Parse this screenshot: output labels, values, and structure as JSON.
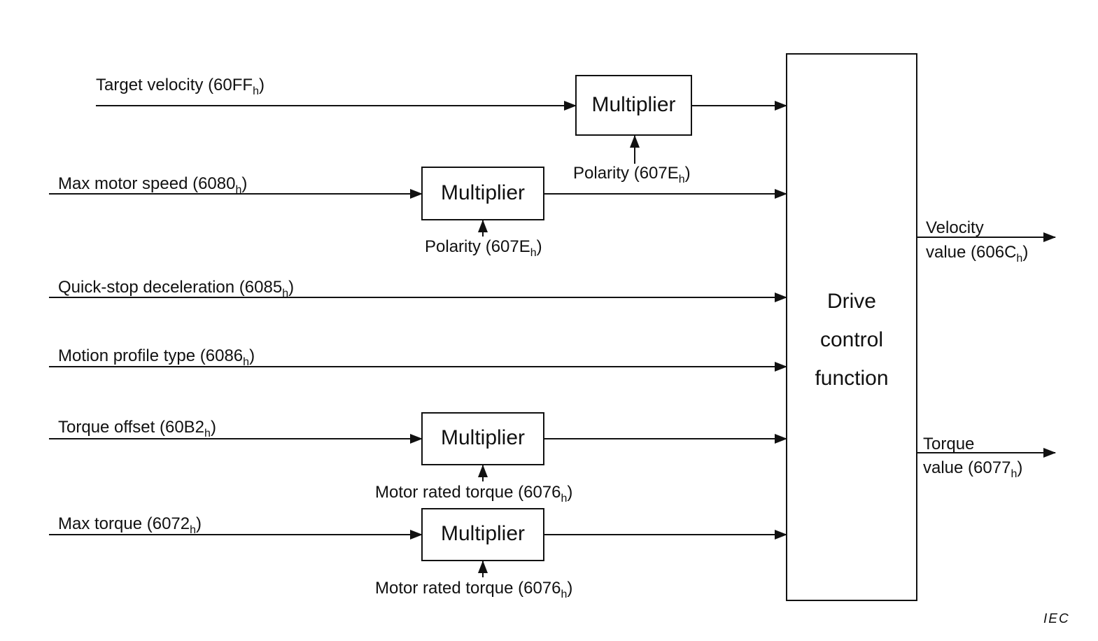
{
  "diagram": {
    "inputs": {
      "target_velocity": {
        "text": "Target velocity (60FF",
        "sub": "h",
        "close": ")"
      },
      "max_motor_speed": {
        "text": "Max motor speed (6080",
        "sub": "h",
        "close": ")"
      },
      "quick_stop": {
        "text": "Quick-stop deceleration (6085",
        "sub": "h",
        "close": ")"
      },
      "motion_profile": {
        "text": "Motion profile type (6086",
        "sub": "h",
        "close": ")"
      },
      "torque_offset": {
        "text": "Torque offset (60B2",
        "sub": "h",
        "close": ")"
      },
      "max_torque": {
        "text": "Max torque (6072",
        "sub": "h",
        "close": ")"
      }
    },
    "multiplier_label": "Multiplier",
    "modifiers": {
      "polarity": {
        "text": "Polarity (607E",
        "sub": "h",
        "close": ")"
      },
      "motor_rated_torque": {
        "text": "Motor rated torque (6076",
        "sub": "h",
        "close": ")"
      }
    },
    "drive_block": {
      "line1": "Drive",
      "line2": "control",
      "line3": "function"
    },
    "outputs": {
      "velocity": {
        "line1": "Velocity",
        "text": "value (606C",
        "sub": "h",
        "close": ")"
      },
      "torque": {
        "line1": "Torque",
        "text": "value (6077",
        "sub": "h",
        "close": ")"
      }
    },
    "footer": "IEC"
  }
}
